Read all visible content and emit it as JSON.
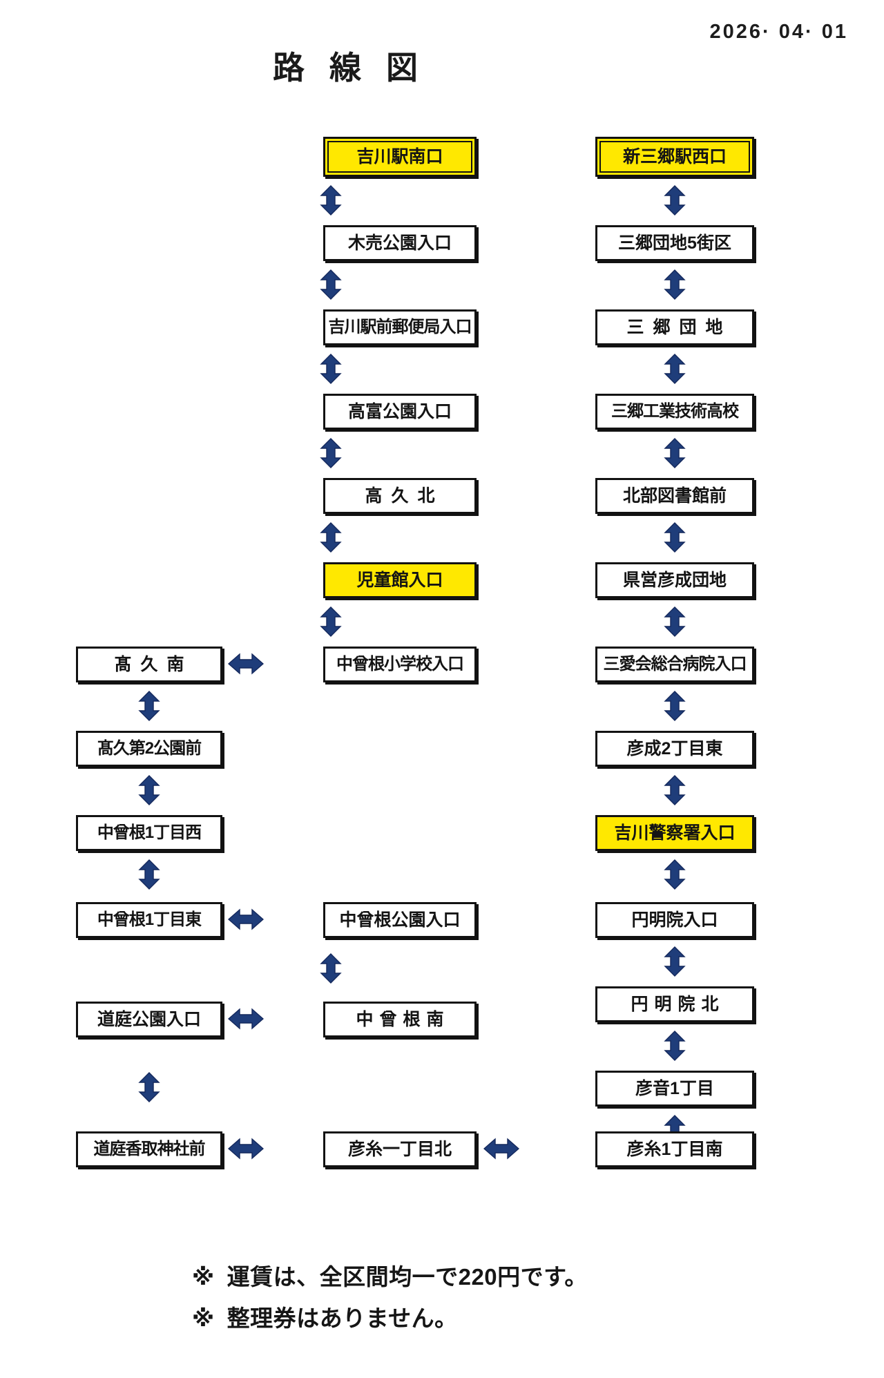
{
  "header": {
    "date": "2026· 04· 01",
    "title": "路線図"
  },
  "colors": {
    "highlight": "#ffe800",
    "arrow": "#1f3d7a",
    "border": "#121212",
    "background": "#ffffff"
  },
  "columns": {
    "center": {
      "name": "yoshikawa-line",
      "terminal_label": "吉川駅南口",
      "stops": [
        "吉川駅南口",
        "木売公園入口",
        "吉川駅前郵便局入口",
        "高富公園入口",
        "高　久　北",
        "児童館入口",
        "中曾根小学校入口",
        "中曾根公園入口",
        "中　曾　根　南",
        "彦糸一丁目北"
      ]
    },
    "left": {
      "name": "takahisa-branch",
      "stops": [
        "髙　久　南",
        "髙久第2公園前",
        "中曾根1丁目西",
        "中曾根1丁目東",
        "道庭公園入口",
        "道庭香取神社前"
      ]
    },
    "right": {
      "name": "shinmisato-line",
      "terminal_label": "新三郷駅西口",
      "stops": [
        "新三郷駅西口",
        "三郷団地5街区",
        "三　郷　団　地",
        "三郷工業技術高校",
        "北部図書館前",
        "県営彦成団地",
        "三愛会総合病院入口",
        "彦成2丁目東",
        "吉川警察署入口",
        "円明院入口",
        "円　明　院　北",
        "彦音1丁目",
        "彦糸1丁目南"
      ]
    }
  },
  "stops": {
    "c1": "吉川駅南口",
    "c2": "木売公園入口",
    "c3": "吉川駅前郵便局入口",
    "c4": "高富公園入口",
    "c5": "高久北",
    "c6": "児童館入口",
    "c7": "中曾根小学校入口",
    "c8": "中曾根公園入口",
    "c9": "中曾根南",
    "c10": "彦糸一丁目北",
    "l1": "髙久南",
    "l2": "髙久第2公園前",
    "l3": "中曾根1丁目西",
    "l4": "中曾根1丁目東",
    "l5": "道庭公園入口",
    "l6": "道庭香取神社前",
    "r1": "新三郷駅西口",
    "r2": "三郷団地5街区",
    "r3": "三郷団地",
    "r4": "三郷工業技術高校",
    "r5": "北部図書館前",
    "r6": "県営彦成団地",
    "r7": "三愛会総合病院入口",
    "r8": "彦成2丁目東",
    "r9": "吉川警察署入口",
    "r10": "円明院入口",
    "r11": "円明院北",
    "r12": "彦音1丁目",
    "r13": "彦糸1丁目南"
  },
  "footer": {
    "mark": "※",
    "note1": "運賃は、全区間均一で220円です。",
    "note2": "整理券はありません。",
    "fare_yen": 220
  }
}
